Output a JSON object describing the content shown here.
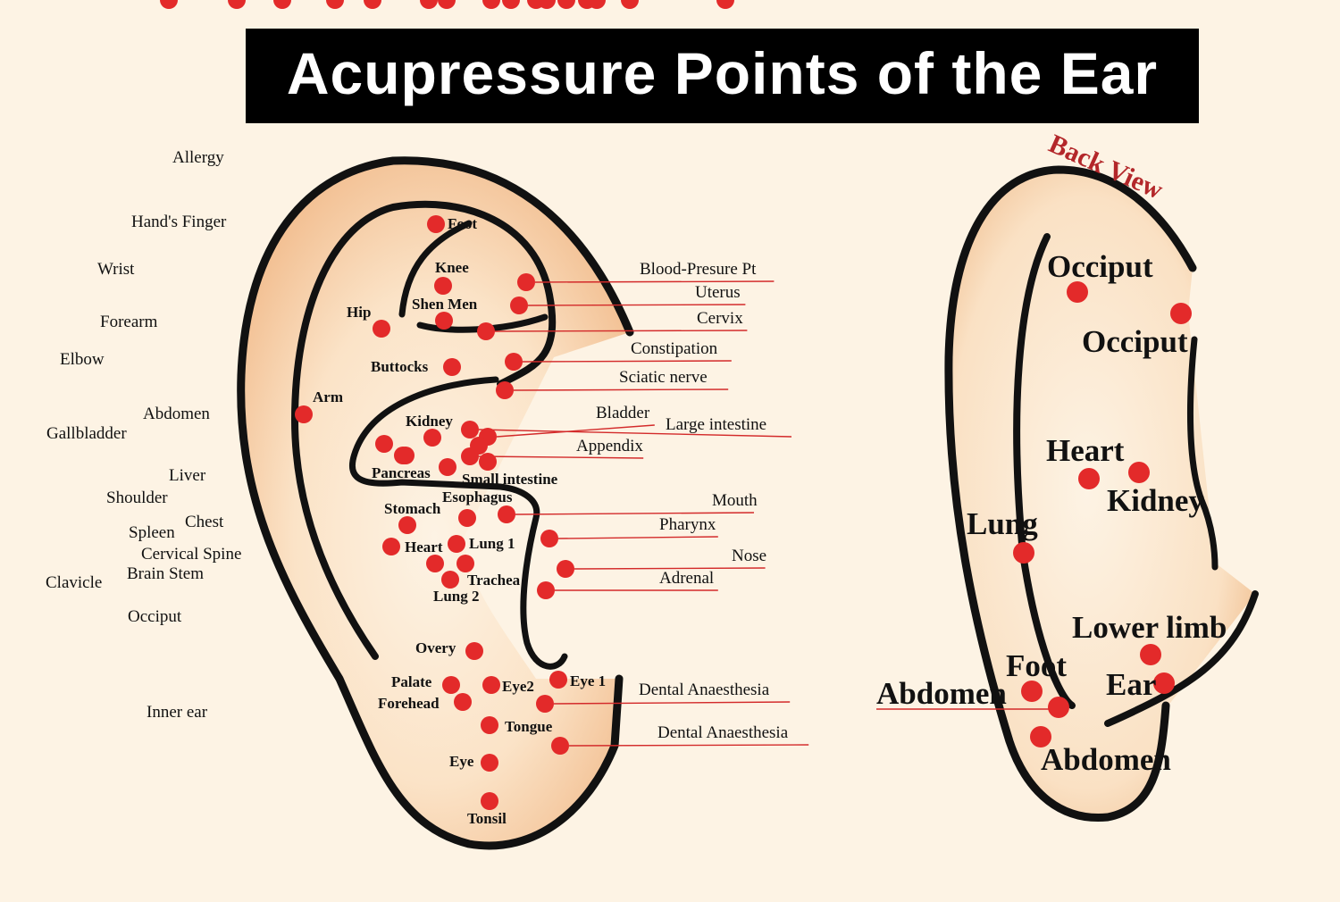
{
  "title": "Acupressure Points of the Ear",
  "back_view_title": "Back View",
  "colors": {
    "point": "#e32a2a",
    "leader": "#d32a2a",
    "outline": "#111111",
    "skin": "#f5c9a0",
    "background": "#fdf3e4"
  },
  "front_left_labels": [
    "Allergy",
    "Hand's Finger",
    "Wrist",
    "Forearm",
    "Elbow",
    "Abdomen",
    "Gallbladder",
    "Liver",
    "Shoulder",
    "Chest",
    "Spleen",
    "Cervical Spine",
    "Brain Stem",
    "Clavicle",
    "Occiput",
    "Inner ear"
  ],
  "front_right_labels": [
    "Blood-Presure Pt",
    "Uterus",
    "Cervix",
    "Constipation",
    "Sciatic nerve",
    "Bladder",
    "Large intestine",
    "Appendix",
    "Mouth",
    "Pharynx",
    "Nose",
    "Adrenal",
    "Dental Anaesthesia",
    "Dental Anaesthesia"
  ],
  "front_inner_labels": [
    "Foot",
    "Knee",
    "Shen Men",
    "Hip",
    "Buttocks",
    "Arm",
    "Kidney",
    "Pancreas",
    "Small intestine",
    "Esophagus",
    "Stomach",
    "Heart",
    "Lung 1",
    "Trachea",
    "Lung 2",
    "Overy",
    "Palate",
    "Forehead",
    "Eye2",
    "Eye 1",
    "Tongue",
    "Eye",
    "Tonsil"
  ],
  "back_labels": [
    "Occiput",
    "Occiput",
    "Heart",
    "Kidney",
    "Lung",
    "Lower limb",
    "Foot",
    "Ear",
    "Abdomen",
    "Abdomen"
  ]
}
